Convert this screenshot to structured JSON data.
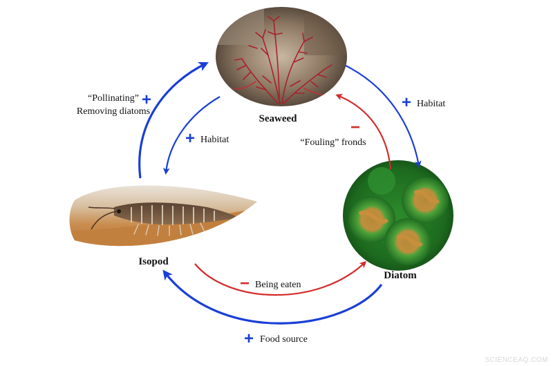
{
  "nodes": {
    "seaweed": {
      "label": "Seaweed"
    },
    "isopod": {
      "label": "Isopod"
    },
    "diatom": {
      "label": "Diatom"
    }
  },
  "edges": {
    "isopod_to_seaweed": {
      "sign": "+",
      "line1": "“Pollinating”",
      "line2": "Removing diatoms",
      "color": "#1a3fd6"
    },
    "seaweed_to_isopod": {
      "sign": "+",
      "label": "Habitat",
      "color": "#1a3fd6"
    },
    "seaweed_to_diatom": {
      "sign": "+",
      "label": "Habitat",
      "color": "#1a3fd6"
    },
    "diatom_to_seaweed": {
      "sign": "−",
      "label": "“Fouling” fronds",
      "color": "#d42a2a"
    },
    "isopod_to_diatom": {
      "sign": "−",
      "label": "Being eaten",
      "color": "#d42a2a"
    },
    "diatom_to_isopod": {
      "sign": "+",
      "label": "Food source",
      "color": "#1a3fd6"
    }
  },
  "watermark": "SCIENCEAQ.COM"
}
